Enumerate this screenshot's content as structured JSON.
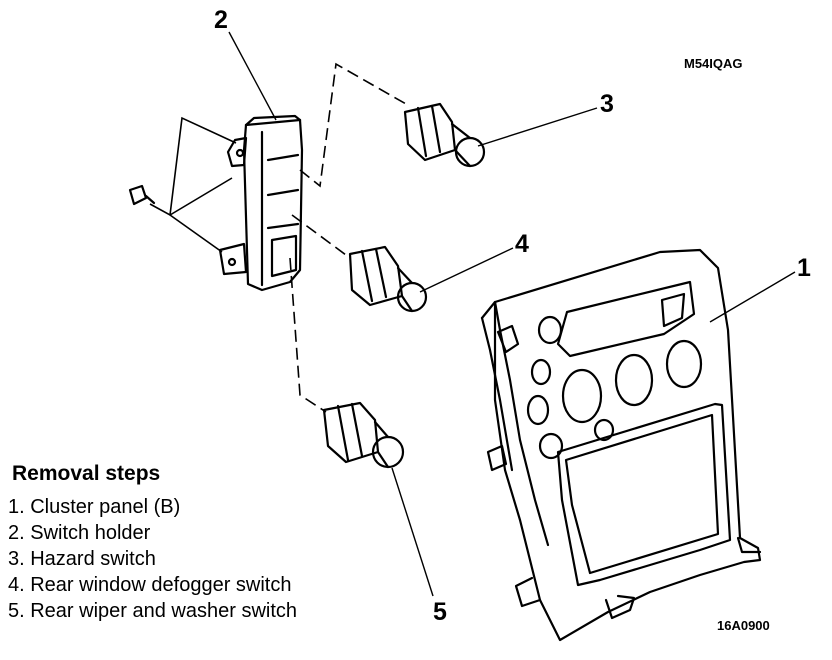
{
  "figure_code_top": "M54IQAG",
  "figure_code_bottom": "16A0900",
  "callouts": {
    "c1": "1",
    "c2": "2",
    "c3": "3",
    "c4": "4",
    "c5": "5"
  },
  "steps": {
    "title": "Removal steps",
    "items": [
      "1. Cluster panel (B)",
      "2. Switch holder",
      "3. Hazard switch",
      "4. Rear window defogger switch",
      "5. Rear wiper and washer switch"
    ]
  }
}
